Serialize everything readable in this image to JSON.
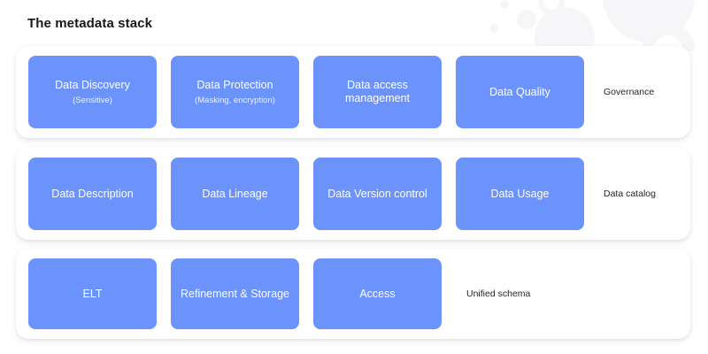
{
  "page": {
    "title": "The metadata stack",
    "accent_color": "#6b93fb",
    "card_background": "#ffffff",
    "page_background": "#ffffff",
    "tag_text_color": "#22242a"
  },
  "rows": [
    {
      "name": "governance-row",
      "tag": "Governance",
      "tiles": [
        {
          "label": "Data Discovery",
          "sub": "(Sensitive)"
        },
        {
          "label": "Data Protection",
          "sub": "(Masking, encryption)"
        },
        {
          "label": "Data access management",
          "sub": ""
        },
        {
          "label": "Data Quality",
          "sub": ""
        }
      ]
    },
    {
      "name": "data-catalog-row",
      "tag": "Data catalog",
      "tiles": [
        {
          "label": "Data Description",
          "sub": ""
        },
        {
          "label": "Data Lineage",
          "sub": ""
        },
        {
          "label": "Data Version control",
          "sub": ""
        },
        {
          "label": "Data Usage",
          "sub": ""
        }
      ]
    },
    {
      "name": "unified-schema-row",
      "tag": "Unified schema",
      "tiles": [
        {
          "label": "ELT",
          "sub": ""
        },
        {
          "label": "Refinement & Storage",
          "sub": ""
        },
        {
          "label": "Access",
          "sub": ""
        }
      ]
    }
  ]
}
